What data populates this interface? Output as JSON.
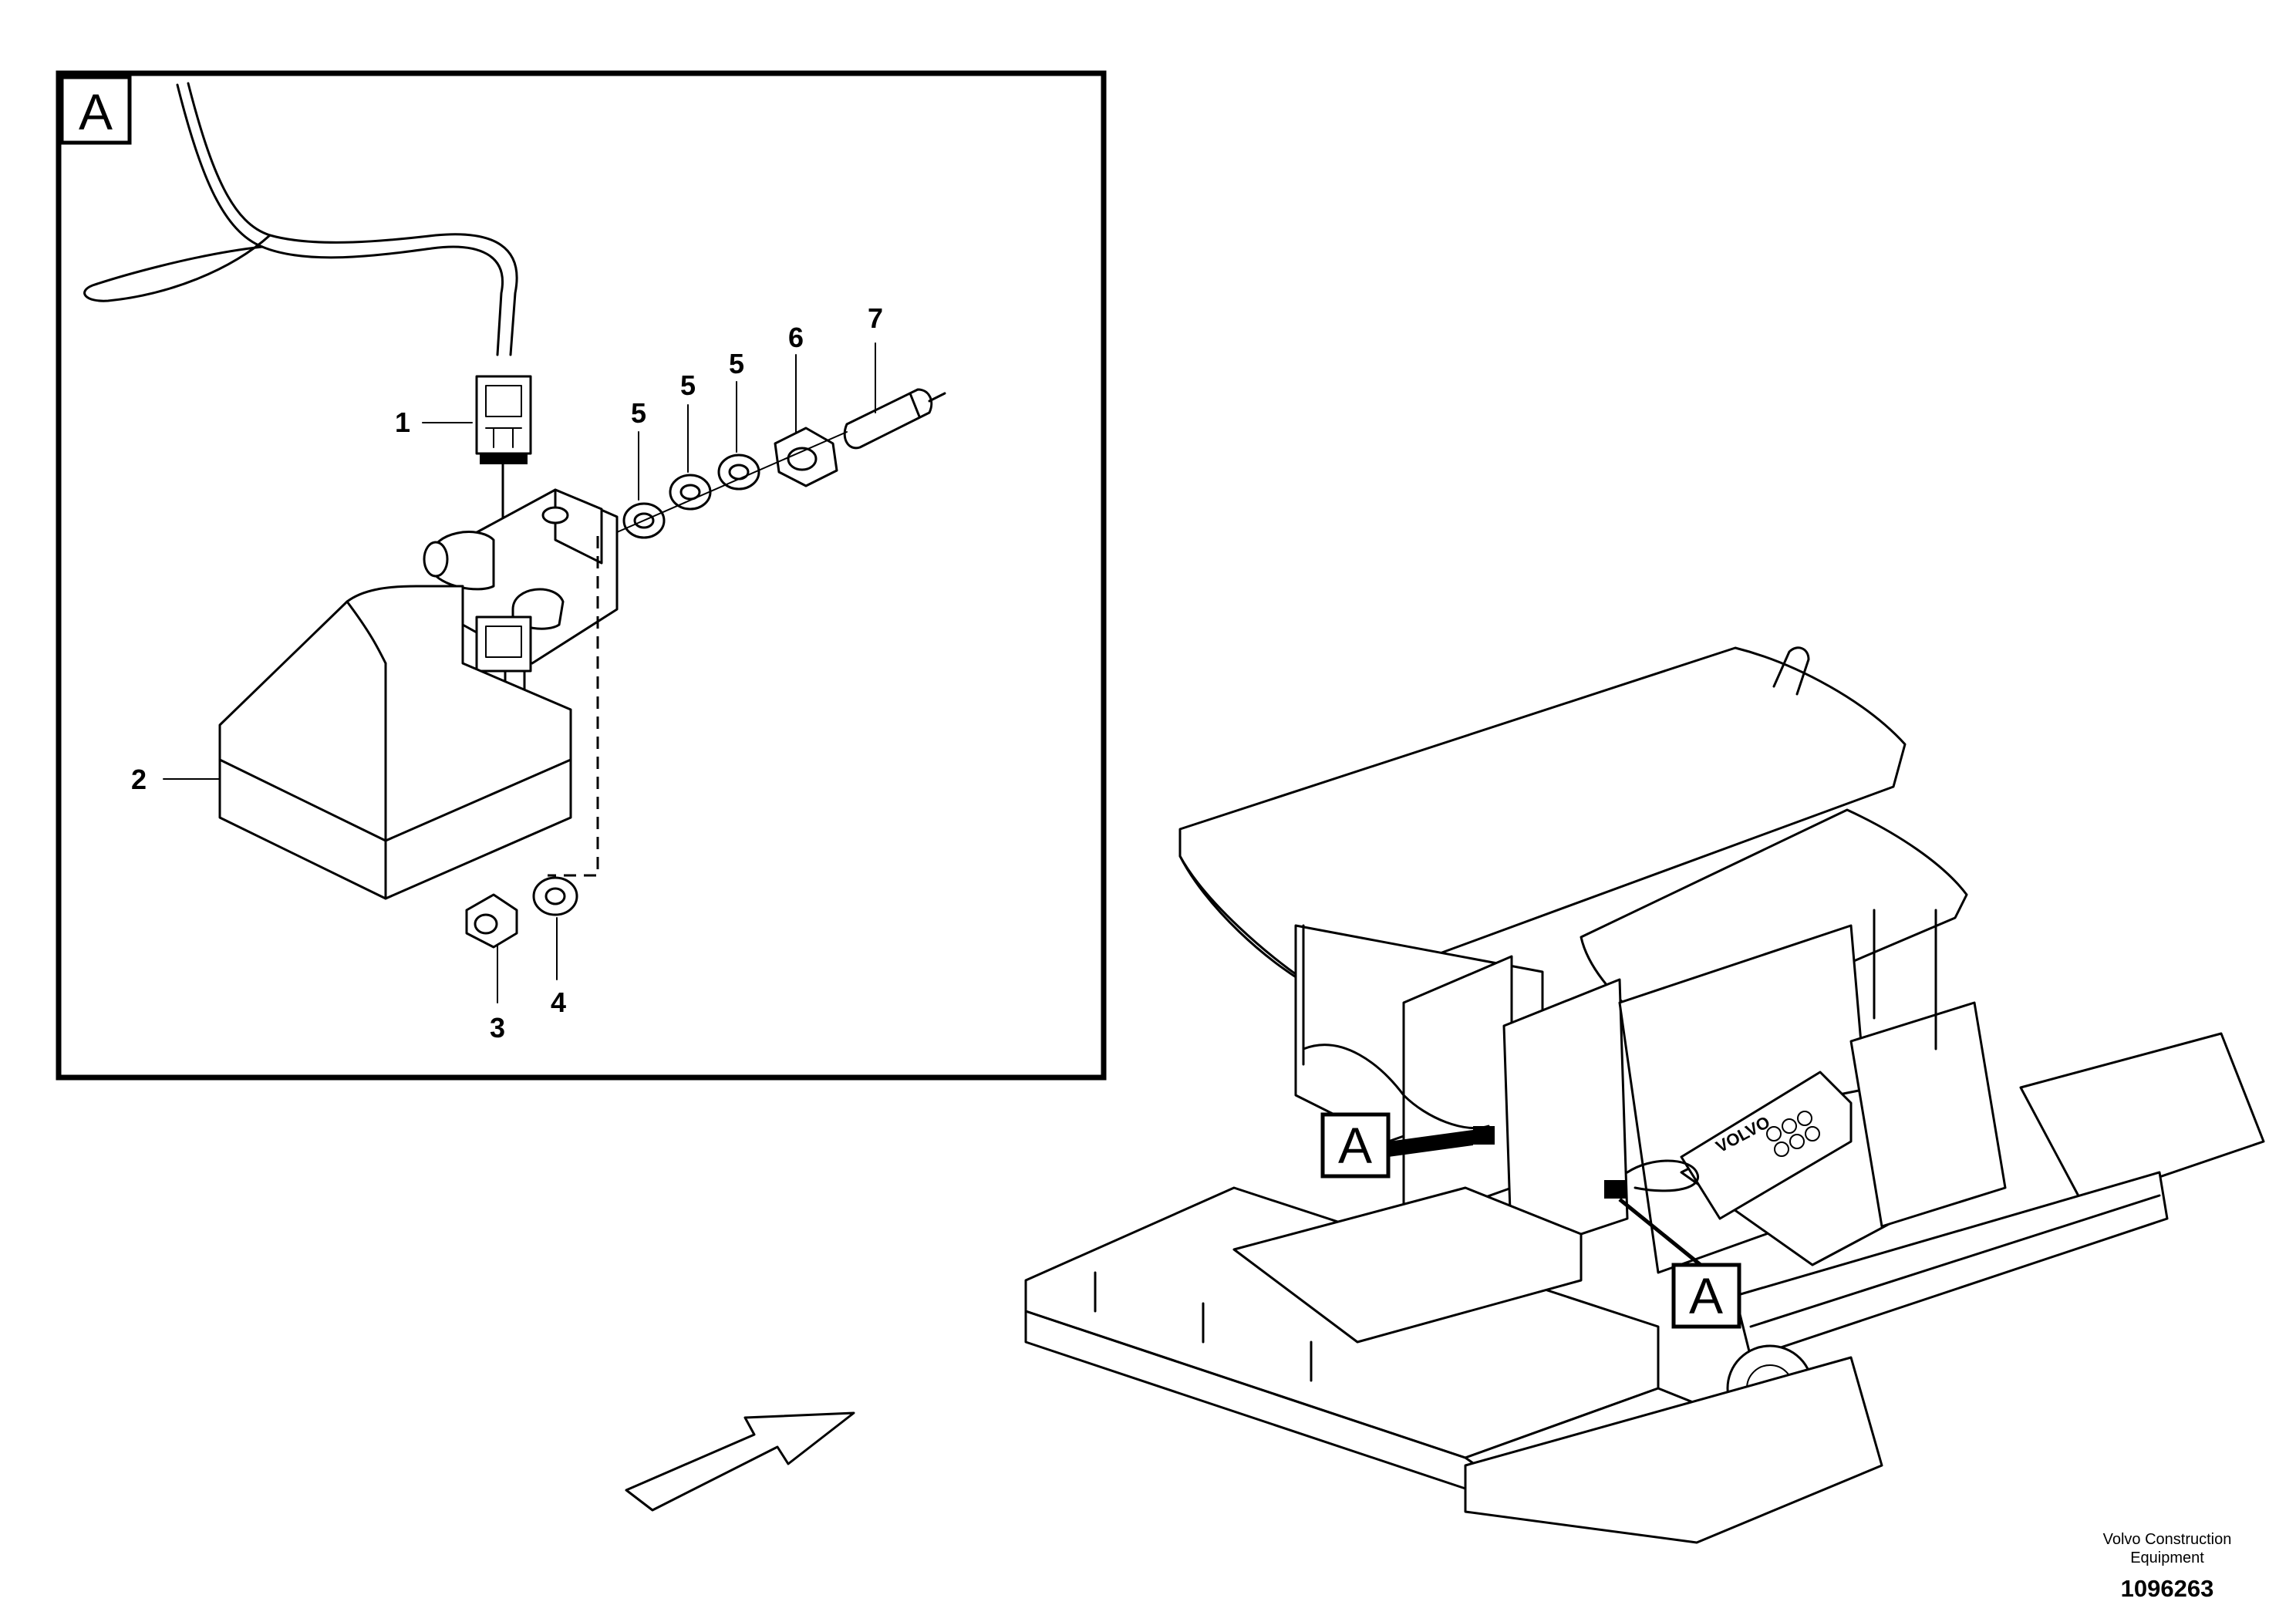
{
  "detail_view": {
    "letter": "A",
    "part_callouts": [
      "1",
      "2",
      "3",
      "4",
      "5",
      "5",
      "5",
      "6",
      "7"
    ]
  },
  "machine_view": {
    "location_markers": [
      "A",
      "A"
    ],
    "brand_text": "VOLVO"
  },
  "footer": {
    "company_line1": "Volvo Construction",
    "company_line2": "Equipment",
    "drawing_number": "1096263"
  }
}
